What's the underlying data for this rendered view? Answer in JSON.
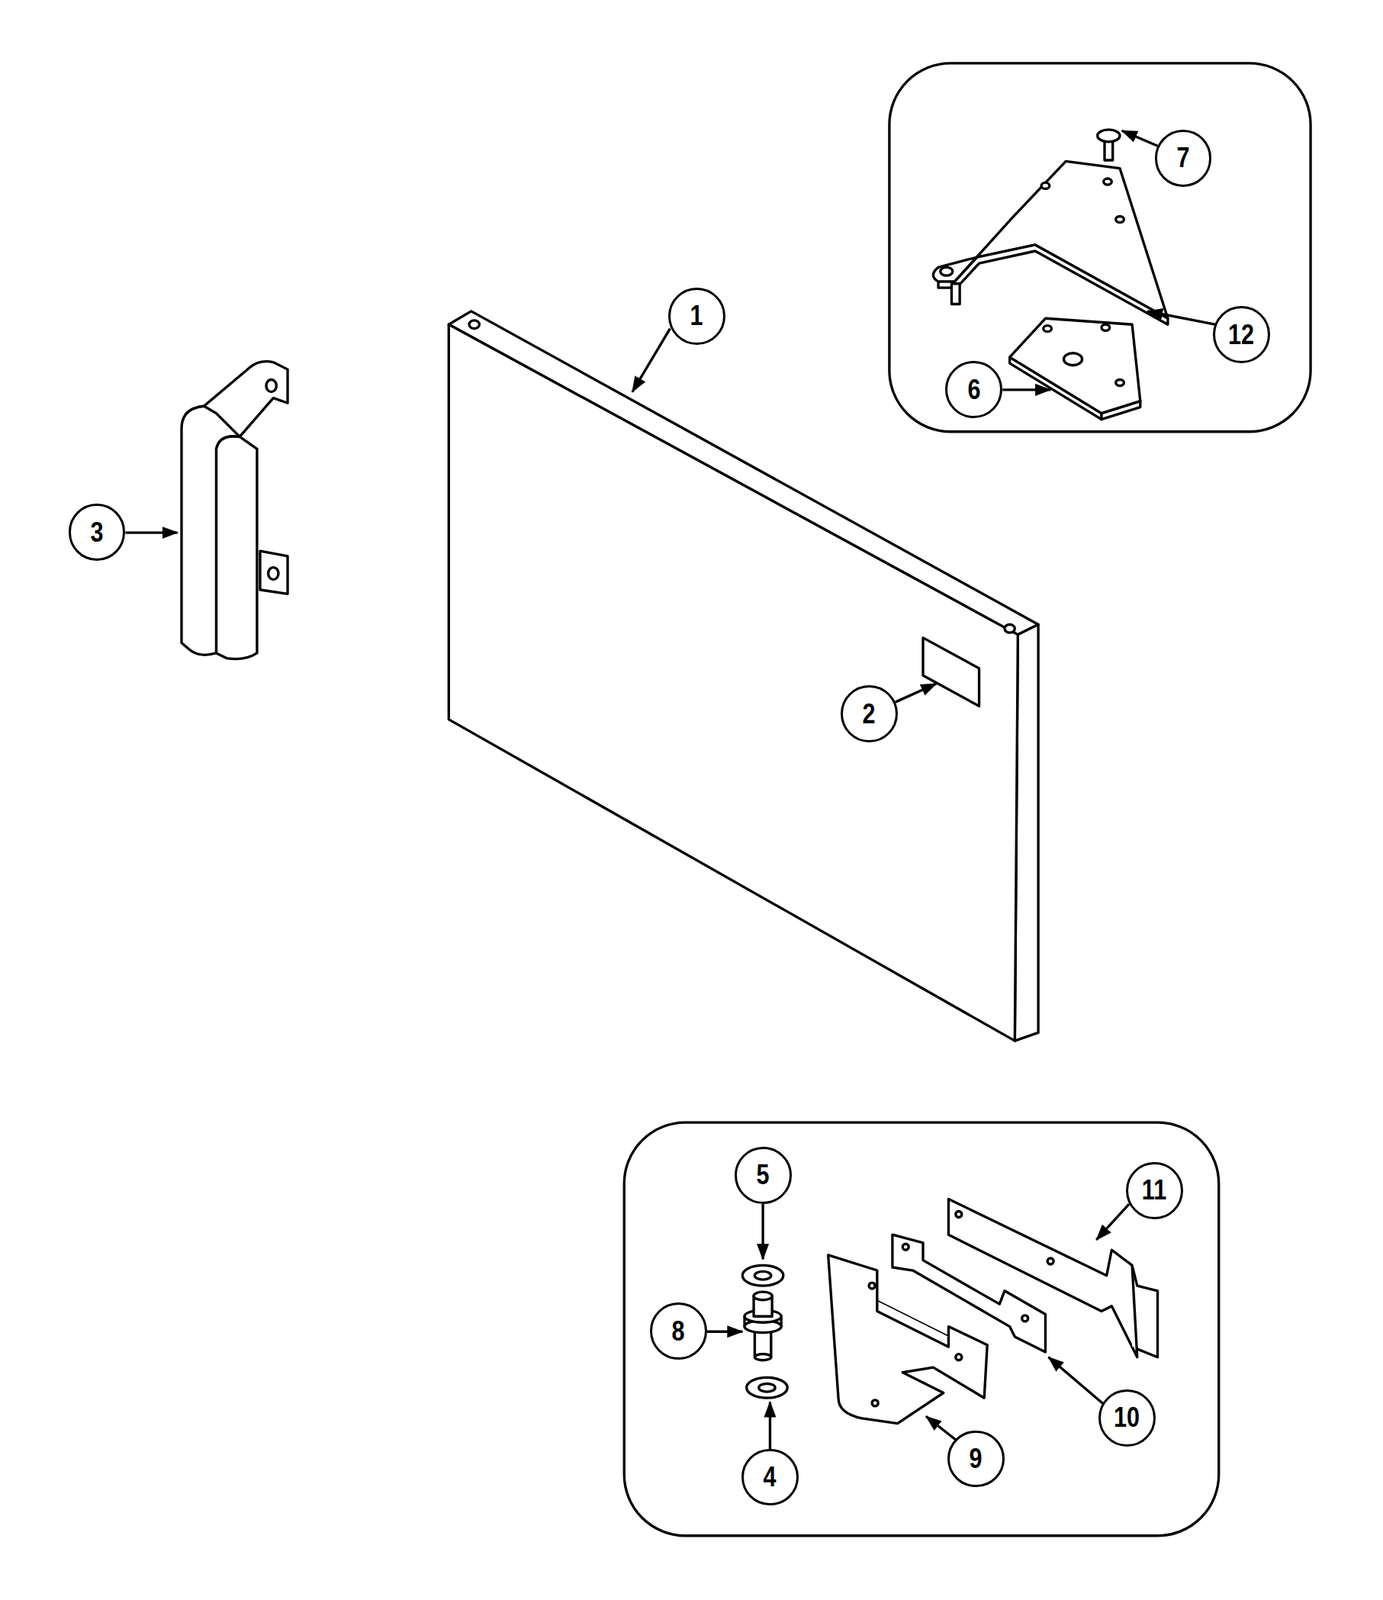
{
  "diagram": {
    "nodes": [
      {
        "text": [
          "7"
        ]
      },
      {
        "text": [
          "1"
        ]
      },
      {
        "text": [
          "12"
        ]
      },
      {
        "text": [
          "6"
        ]
      },
      {
        "text": [
          "3"
        ]
      },
      {
        "text": [
          "2"
        ]
      },
      {
        "text": [
          "5"
        ]
      },
      {
        "text": [
          "11"
        ]
      },
      {
        "text": [
          "8"
        ]
      },
      {
        "text": [
          "10"
        ]
      },
      {
        "text": [
          "9"
        ]
      },
      {
        "text": [
          "4"
        ]
      }
    ]
  }
}
